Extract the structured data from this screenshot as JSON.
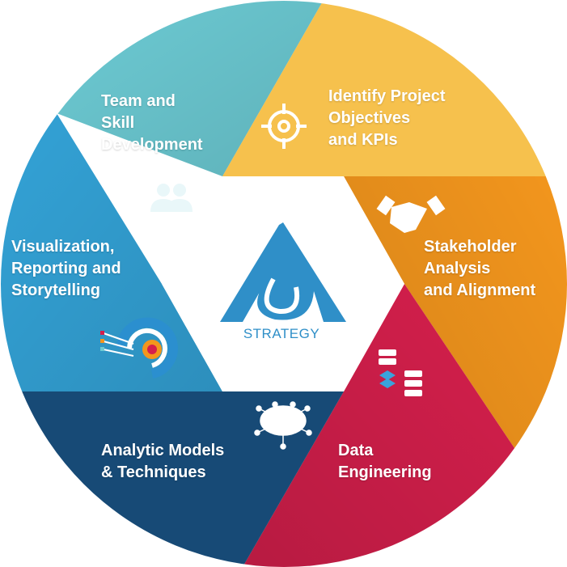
{
  "segments": [
    {
      "id": "team",
      "label": "Team and\nSkill\nDevelopment",
      "color": "#6ccad3",
      "icon": "team-icon"
    },
    {
      "id": "objectives",
      "label": "Identify Project\nObjectives\nand KPIs",
      "color": "#f6c14d",
      "icon": "target-icon"
    },
    {
      "id": "stakeholder",
      "label": "Stakeholder\nAnalysis\nand Alignment",
      "color": "#f3961d",
      "icon": "handshake-icon"
    },
    {
      "id": "data",
      "label": "Data\nEngineering",
      "color": "#d51f4c",
      "icon": "database-icon"
    },
    {
      "id": "models",
      "label": "Analytic Models\n& Techniques",
      "color": "#174a76",
      "icon": "neural-network-icon"
    },
    {
      "id": "visualization",
      "label": "Visualization,\nReporting and\nStorytelling",
      "color": "#33a2d6",
      "icon": "chart-icon"
    }
  ],
  "logo": {
    "text": "STRATEGY",
    "color": "#2f8fc8"
  }
}
